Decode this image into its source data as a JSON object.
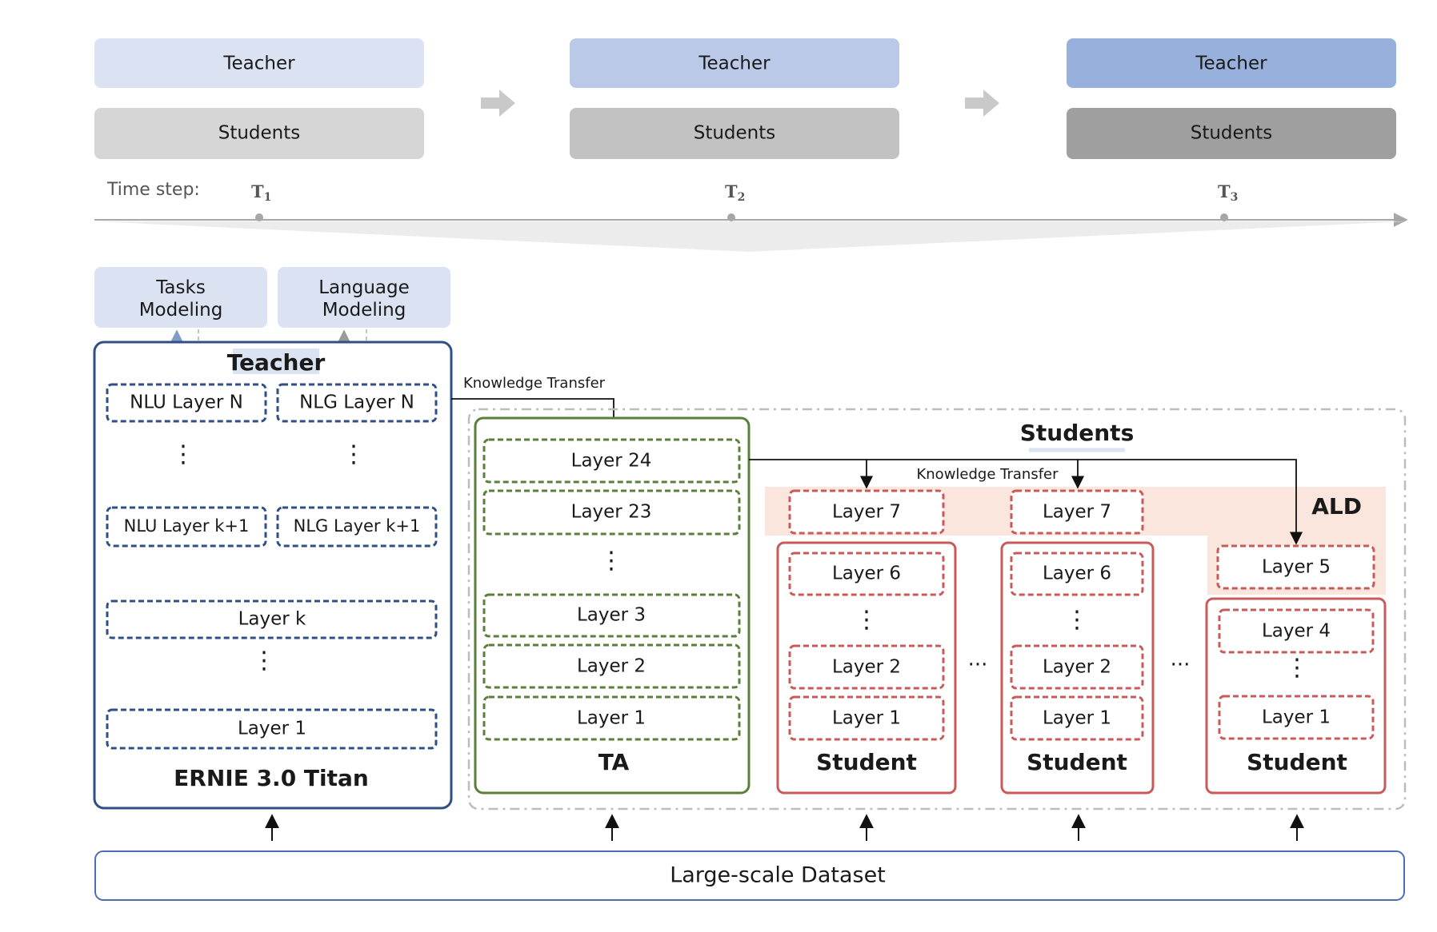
{
  "timeline": {
    "steps": [
      {
        "teacher": "Teacher",
        "students": "Students",
        "label": "T",
        "subscript": "1",
        "teacher_color": "#dbe3f2",
        "students_color": "#d6d6d6"
      },
      {
        "teacher": "Teacher",
        "students": "Students",
        "label": "T",
        "subscript": "2",
        "teacher_color": "#b9c9e7",
        "students_color": "#c2c2c2"
      },
      {
        "teacher": "Teacher",
        "students": "Students",
        "label": "T",
        "subscript": "3",
        "teacher_color": "#97b0dc",
        "students_color": "#9f9f9f"
      }
    ],
    "time_step_label": "Time step:"
  },
  "heads": {
    "tasks_line1": "Tasks",
    "tasks_line2": "Modeling",
    "lm_line1": "Language",
    "lm_line2": "Modeling"
  },
  "teacher": {
    "title": "Teacher",
    "nlu_top": "NLU Layer N",
    "nlg_top": "NLG Layer N",
    "nlu_mid": "NLU Layer k+1",
    "nlg_mid": "NLG Layer k+1",
    "layer_k": "Layer k",
    "layer_1": "Layer 1",
    "name": "ERNIE 3.0 Titan",
    "dots": "⋮",
    "border_color": "#2f4f86"
  },
  "knowledge_transfer_1": "Knowledge Transfer",
  "knowledge_transfer_2": "Knowledge Transfer",
  "ta": {
    "layers_top": [
      "Layer 24",
      "Layer 23"
    ],
    "layers_bottom": [
      "Layer 3",
      "Layer 2",
      "Layer 1"
    ],
    "dots": "⋮",
    "name": "TA",
    "border_color": "#5a7f3a"
  },
  "students_group": {
    "title": "Students",
    "ald_label": "ALD",
    "ald_color": "#fae6dc",
    "border_color": "#c85a5a",
    "students": [
      {
        "ald_layer": "Layer 7",
        "layers_top": [
          "Layer 6"
        ],
        "layers_bottom": [
          "Layer 2",
          "Layer 1"
        ],
        "name": "Student"
      },
      {
        "ald_layer": "Layer 7",
        "layers_top": [
          "Layer 6"
        ],
        "layers_bottom": [
          "Layer 2",
          "Layer 1"
        ],
        "name": "Student"
      },
      {
        "ald_layer": "Layer 5",
        "layers_top": [
          "Layer 4"
        ],
        "layers_bottom": [
          "Layer 1"
        ],
        "name": "Student"
      }
    ],
    "dots": "⋮",
    "ellipsis": "···"
  },
  "dataset": {
    "label": "Large-scale Dataset"
  }
}
